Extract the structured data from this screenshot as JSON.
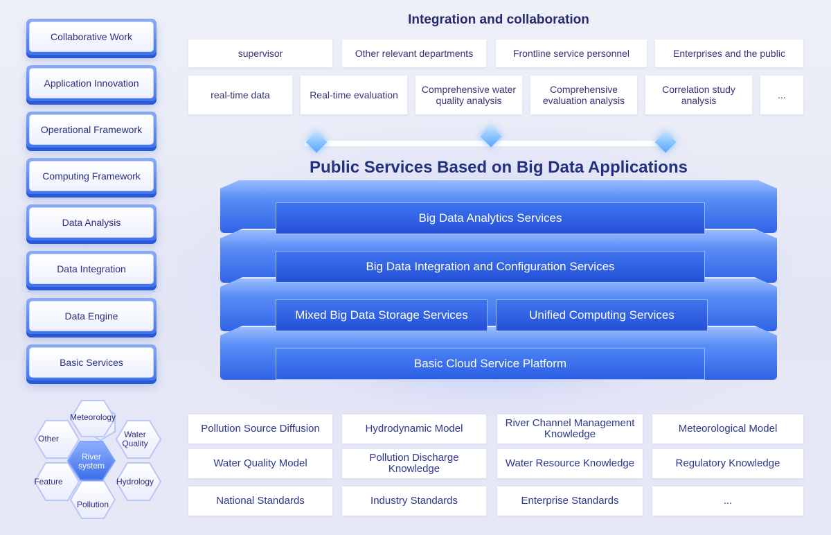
{
  "left_stack": [
    {
      "label": "Collaborative Work"
    },
    {
      "label": "Application Innovation"
    },
    {
      "label": "Operational Framework"
    },
    {
      "label": "Computing Framework"
    },
    {
      "label": "Data Analysis"
    },
    {
      "label": "Data Integration"
    },
    {
      "label": "Data Engine"
    },
    {
      "label": "Basic Services"
    }
  ],
  "hexagons": {
    "top": "Meteorology",
    "left": "Other",
    "right": "Water Quality",
    "center": "River system",
    "bottom_left": "Feature",
    "bottom_right": "Hydrology",
    "bottom": "Pollution"
  },
  "integration": {
    "title": "Integration and collaboration",
    "roles": [
      "supervisor",
      "Other relevant departments",
      "Frontline service personnel",
      "Enterprises and the public"
    ],
    "analyses": [
      "real-time data",
      "Real-time evaluation",
      "Comprehensive water quality analysis",
      "Comprehensive evaluation analysis",
      "Correlation study analysis",
      "..."
    ]
  },
  "platform": {
    "title": "Public Services Based on Big Data Applications",
    "layers": {
      "analytics": "Big Data Analytics Services",
      "integration": "Big Data Integration and Configuration Services",
      "storage": "Mixed Big Data Storage Services",
      "computing": "Unified Computing Services",
      "cloud": "Basic Cloud Service Platform"
    }
  },
  "knowledge": {
    "row1": [
      "Pollution Source Diffusion",
      "Hydrodynamic Model",
      "River Channel Management Knowledge",
      "Meteorological Model"
    ],
    "row2": [
      "Water Quality Model",
      "Pollution Discharge Knowledge",
      "Water Resource Knowledge",
      "Regulatory Knowledge"
    ],
    "row3": [
      "National Standards",
      "Industry Standards",
      "Enterprise Standards",
      "..."
    ]
  },
  "colors": {
    "accent": "#2f63e6",
    "text": "#33337a",
    "panel": "#ffffff"
  }
}
